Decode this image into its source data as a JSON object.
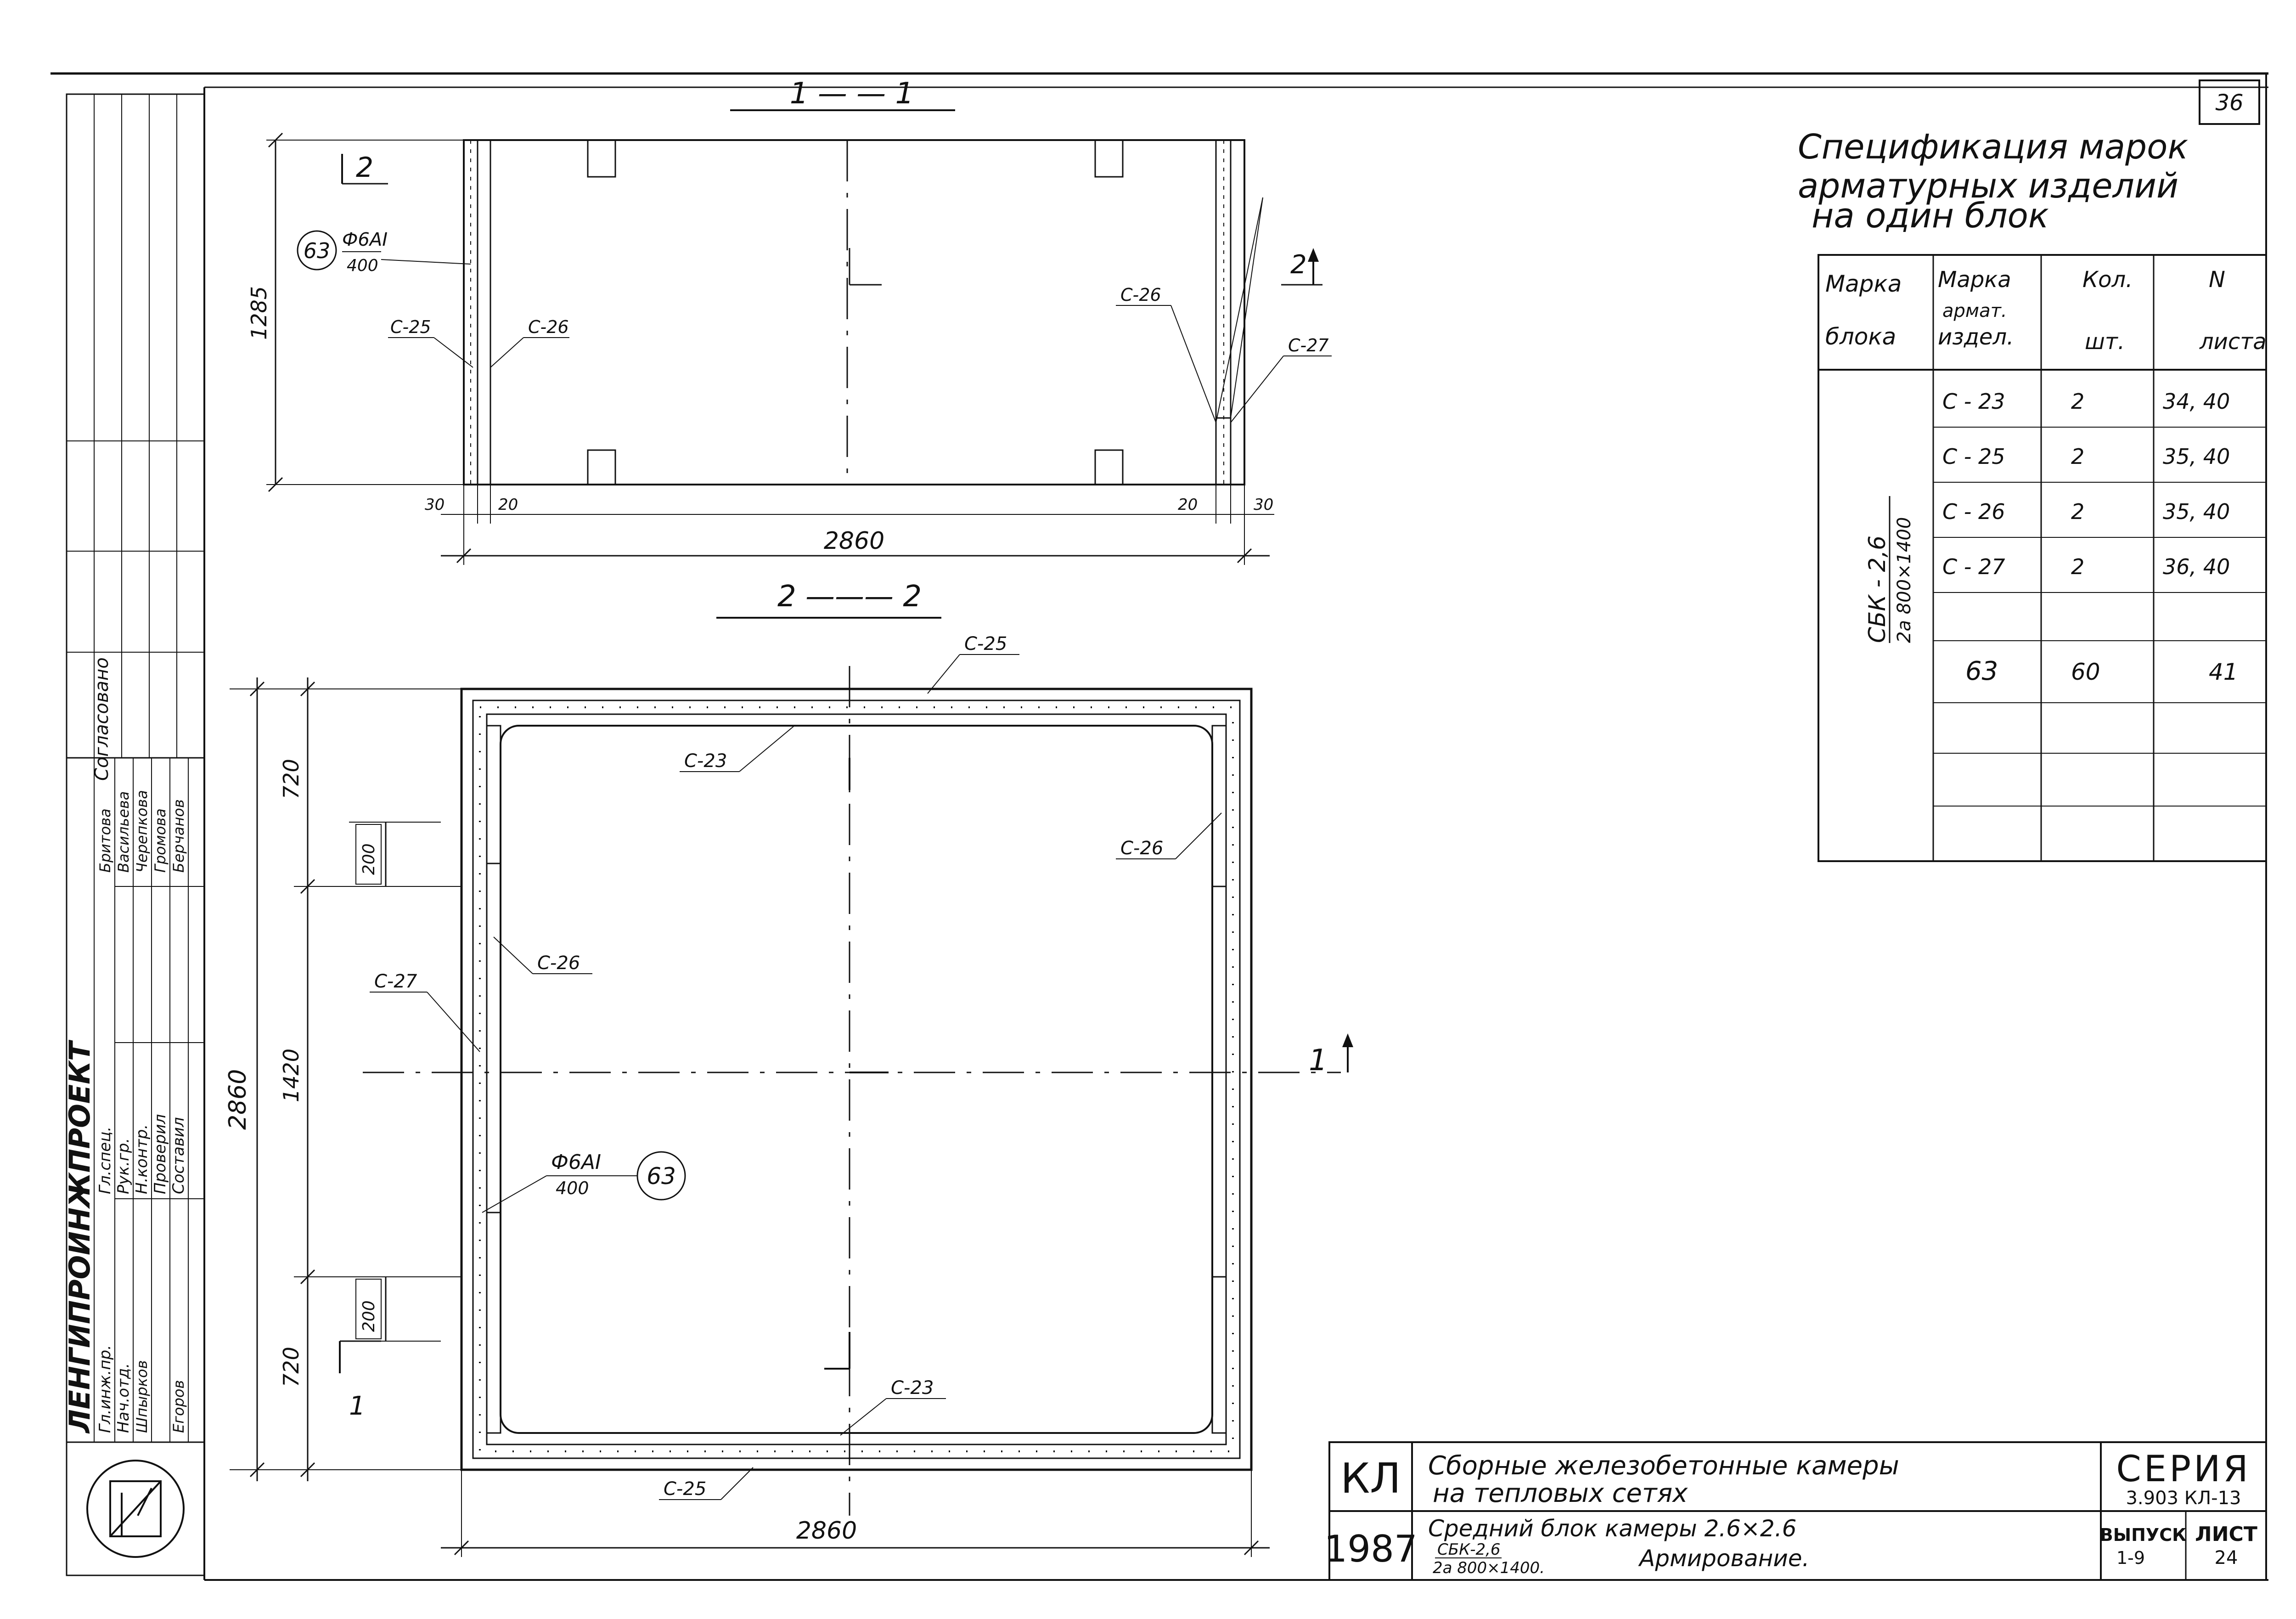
{
  "sheet_number": "36",
  "sections": {
    "s11": "1 — — 1",
    "s22": "2 ——— 2",
    "mark_2": "2",
    "mark_1": "1"
  },
  "elevation": {
    "width": "2860",
    "height": "1285",
    "dim_30_left": "30",
    "dim_20_left": "20",
    "dim_20_right": "20",
    "dim_30_right": "30",
    "bar_callout": {
      "num": "63",
      "dia": "Ф6АI",
      "len": "400"
    },
    "labels": {
      "c25": "С-25",
      "c26_left": "С-26",
      "c26_right": "С-26",
      "c27": "С-27"
    }
  },
  "plan": {
    "width": "2860",
    "height": "2860",
    "dim_720_top": "720",
    "dim_1420": "1420",
    "dim_720_bottom": "720",
    "dim_200_top": "200",
    "dim_200_bottom": "200",
    "bar_callout": {
      "num": "63",
      "dia": "Ф6АI",
      "len": "400"
    },
    "labels": {
      "c25_top": "С-25",
      "c23_top": "С-23",
      "c26_right": "С-26",
      "c26_left": "С-26",
      "c27": "С-27",
      "c23_bottom": "С-23",
      "c25_bottom": "С-25"
    }
  },
  "spec": {
    "title_lines": [
      "Спецификация марок",
      "арматурных изделий",
      "на один блок"
    ],
    "headers": [
      [
        "Марка",
        "блока"
      ],
      [
        "Марка",
        "армат.",
        "издел."
      ],
      [
        "Кол.",
        "шт."
      ],
      [
        "N",
        "листа"
      ]
    ],
    "block_mark": [
      "СБК - 2,6",
      "2а 800×1400"
    ],
    "rows": [
      [
        "С - 23",
        "2",
        "34, 40"
      ],
      [
        "С - 25",
        "2",
        "35, 40"
      ],
      [
        "С - 26",
        "2",
        "35, 40"
      ],
      [
        "С - 27",
        "2",
        "36, 40"
      ],
      [
        "",
        "",
        ""
      ],
      [
        "63",
        "60",
        "41"
      ],
      [
        "",
        "",
        ""
      ],
      [
        "",
        "",
        ""
      ],
      [
        "",
        "",
        ""
      ]
    ]
  },
  "side_stamp": {
    "org": "ЛЕНГИПРОИНЖПРОЕКТ",
    "agreed": "Согласовано",
    "roles": [
      "Гл.спец.",
      "Рук.гр.",
      "Н.контр.",
      "Проверил",
      "Составил",
      "Гл.инж.пр.",
      "Нач.отд."
    ],
    "names": [
      "Бритова",
      "Васильева",
      "Черепкова",
      "Громова",
      "Берчанов",
      "Шпырков",
      "Егоров"
    ]
  },
  "title_block": {
    "code": "КЛ",
    "year": "1987",
    "title_line1": "Сборные железобетонные камеры",
    "title_line2": "на тепловых сетях",
    "sub_line1": "Средний блок камеры 2.6×2.6",
    "sub_mark_top": "СБК-2,6",
    "sub_mark_bottom": "2а 800×1400.",
    "sub_line2": "Армирование.",
    "series_label": "СЕРИЯ",
    "series_value": "3.903 КЛ-13",
    "issue_label": "ВЫПУСК",
    "issue_value": "1-9",
    "sheet_label": "ЛИСТ",
    "sheet_value": "24"
  }
}
